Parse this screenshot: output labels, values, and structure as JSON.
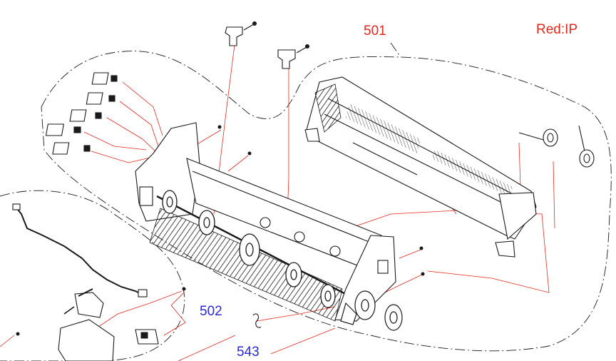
{
  "legend": {
    "text": "Red:IP",
    "color": "#e8281e"
  },
  "callouts": {
    "c501": {
      "label": "501",
      "color": "#e8281e"
    },
    "c502": {
      "label": "502",
      "color": "#2a2ad8"
    },
    "c543": {
      "label": "543",
      "color": "#2a2ad8"
    }
  },
  "colors": {
    "ink": "#1a1a1a",
    "leader": "#e8281e"
  }
}
